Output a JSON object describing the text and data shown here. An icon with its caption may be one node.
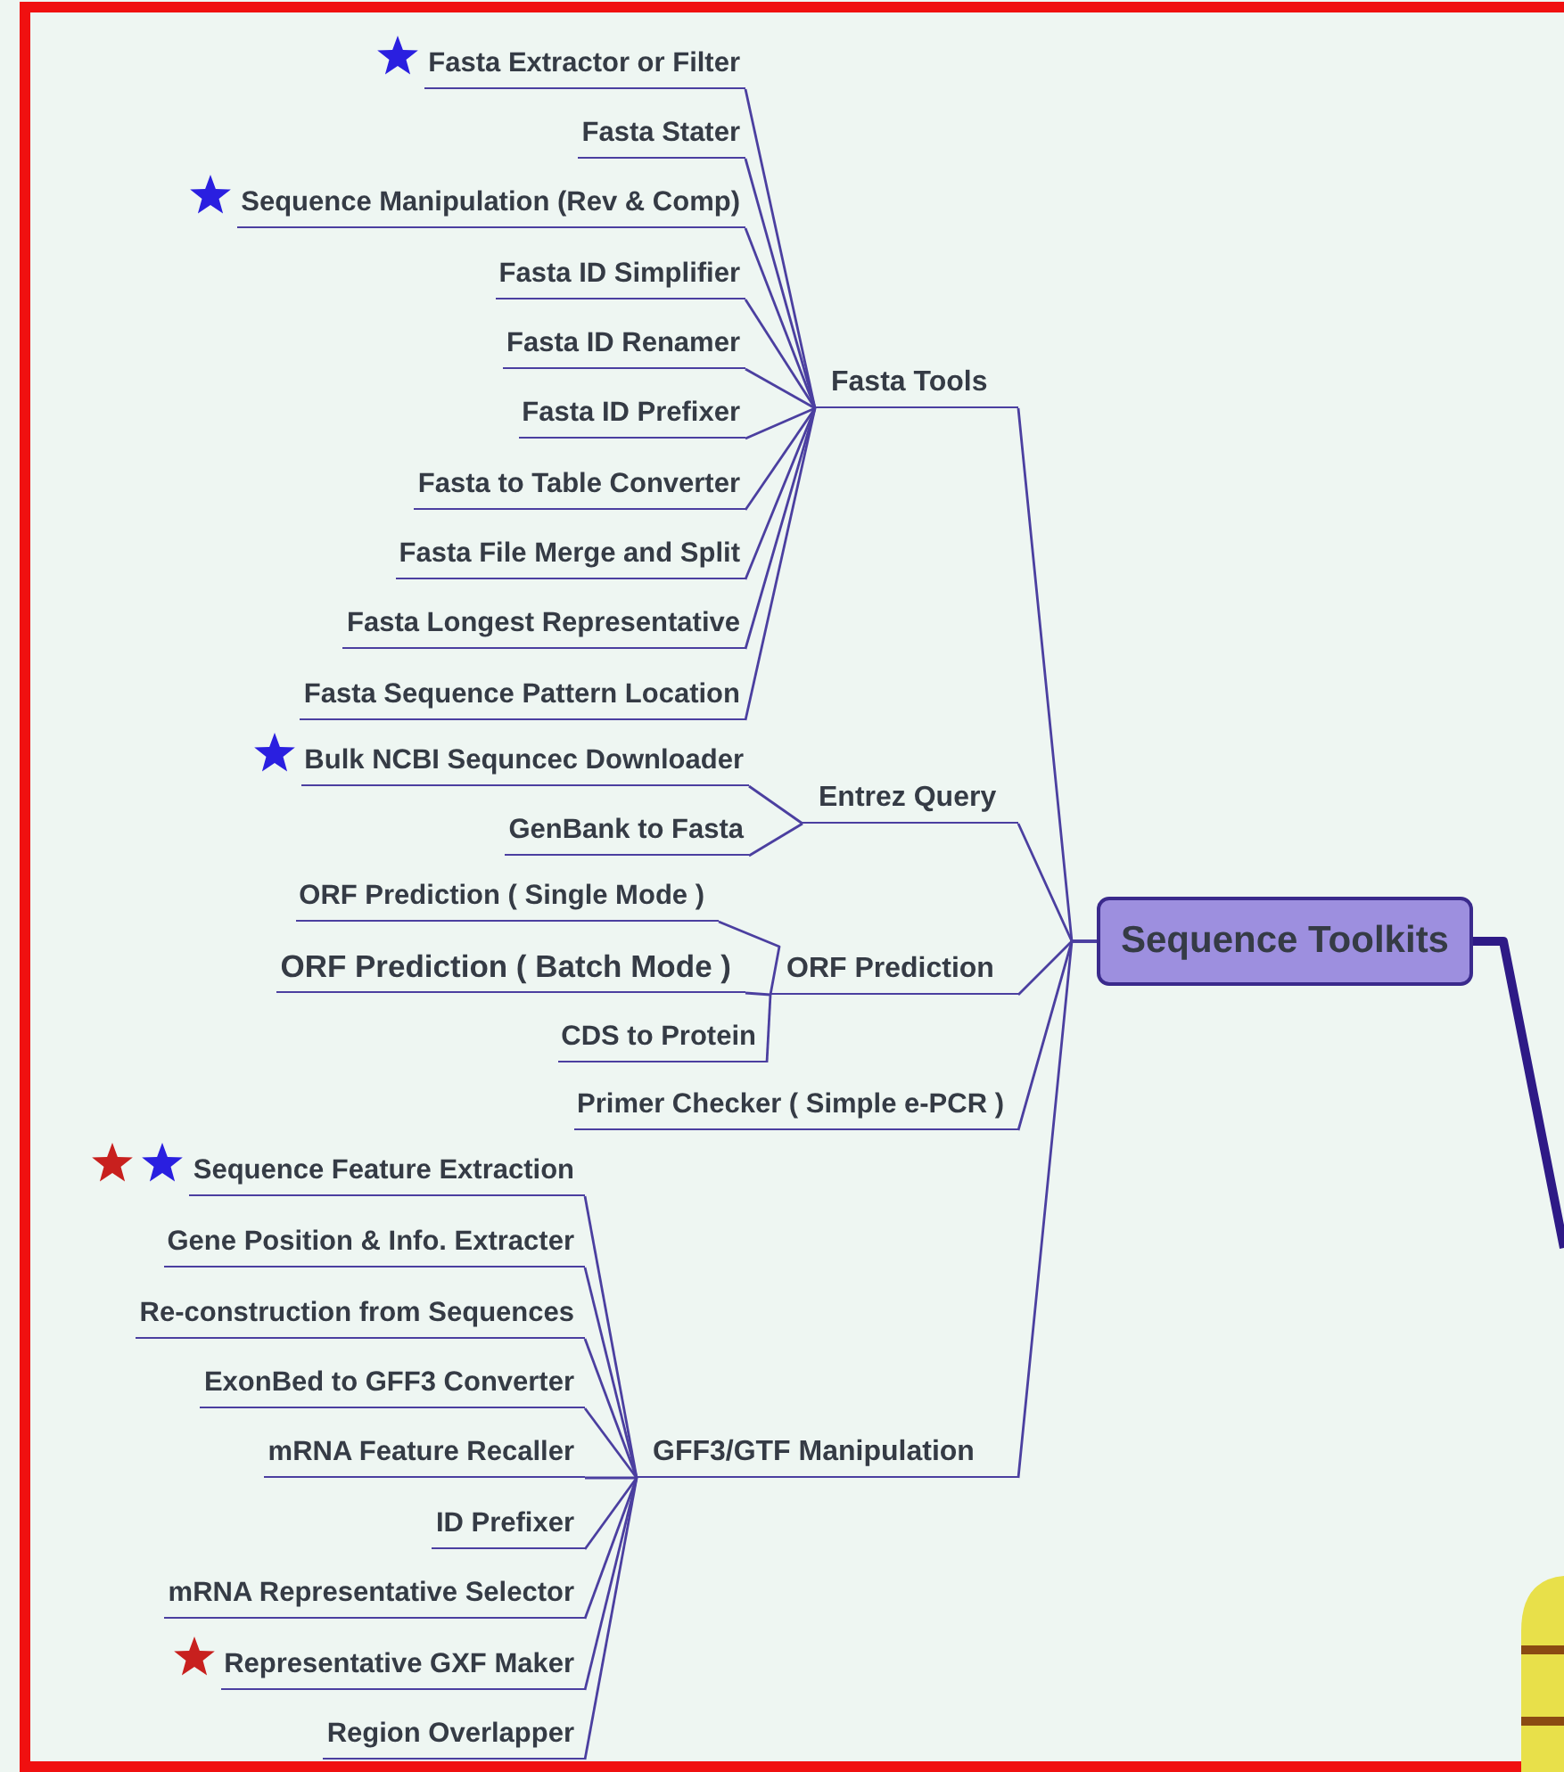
{
  "diagram": {
    "nodes": [
      {
        "text": [
          "Sequence Toolkits"
        ]
      },
      {
        "text": [
          "Fasta Tools"
        ]
      },
      {
        "text": [
          "Fasta Extractor or Filter"
        ]
      },
      {
        "text": [
          "Fasta Stater"
        ]
      },
      {
        "text": [
          "Sequence Manipulation (Rev & Comp)"
        ]
      },
      {
        "text": [
          "Fasta ID Simplifier"
        ]
      },
      {
        "text": [
          "Fasta ID Renamer"
        ]
      },
      {
        "text": [
          "Fasta ID Prefixer"
        ]
      },
      {
        "text": [
          "Fasta to Table Converter"
        ]
      },
      {
        "text": [
          "Fasta File Merge and Split"
        ]
      },
      {
        "text": [
          "Fasta Longest Representative"
        ]
      },
      {
        "text": [
          "Fasta Sequence Pattern Location"
        ]
      },
      {
        "text": [
          "Entrez Query"
        ]
      },
      {
        "text": [
          "Bulk NCBI Sequncec Downloader"
        ]
      },
      {
        "text": [
          "GenBank to Fasta"
        ]
      },
      {
        "text": [
          "ORF Prediction"
        ]
      },
      {
        "text": [
          "ORF Prediction ( Single Mode )"
        ]
      },
      {
        "text": [
          "ORF Prediction ( Batch Mode )"
        ]
      },
      {
        "text": [
          "CDS to Protein"
        ]
      },
      {
        "text": [
          "Primer Checker ( Simple e-PCR )"
        ]
      },
      {
        "text": [
          "GFF3/GTF Manipulation"
        ]
      },
      {
        "text": [
          "Sequence Feature Extraction"
        ]
      },
      {
        "text": [
          "Gene Position & Info. Extracter"
        ]
      },
      {
        "text": [
          "Re-construction from Sequences"
        ]
      },
      {
        "text": [
          "ExonBed to GFF3 Converter"
        ]
      },
      {
        "text": [
          "mRNA Feature Recaller"
        ]
      },
      {
        "text": [
          "ID Prefixer"
        ]
      },
      {
        "text": [
          "mRNA Representative Selector"
        ]
      },
      {
        "text": [
          "Representative GXF Maker"
        ]
      },
      {
        "text": [
          "Region Overlapper"
        ]
      }
    ],
    "edges": [
      {
        "from": 0,
        "to": 1,
        "arrow": "none"
      },
      {
        "from": 1,
        "to": 2,
        "arrow": "none"
      },
      {
        "from": 1,
        "to": 3,
        "arrow": "none"
      },
      {
        "from": 1,
        "to": 4,
        "arrow": "none"
      },
      {
        "from": 1,
        "to": 5,
        "arrow": "none"
      },
      {
        "from": 1,
        "to": 6,
        "arrow": "none"
      },
      {
        "from": 1,
        "to": 7,
        "arrow": "none"
      },
      {
        "from": 1,
        "to": 8,
        "arrow": "none"
      },
      {
        "from": 1,
        "to": 9,
        "arrow": "none"
      },
      {
        "from": 1,
        "to": 10,
        "arrow": "none"
      },
      {
        "from": 1,
        "to": 11,
        "arrow": "none"
      },
      {
        "from": 0,
        "to": 12,
        "arrow": "none"
      },
      {
        "from": 12,
        "to": 13,
        "arrow": "none"
      },
      {
        "from": 12,
        "to": 14,
        "arrow": "none"
      },
      {
        "from": 0,
        "to": 15,
        "arrow": "none"
      },
      {
        "from": 15,
        "to": 16,
        "arrow": "none"
      },
      {
        "from": 15,
        "to": 17,
        "arrow": "none"
      },
      {
        "from": 15,
        "to": 18,
        "arrow": "none"
      },
      {
        "from": 0,
        "to": 19,
        "arrow": "none"
      },
      {
        "from": 0,
        "to": 20,
        "arrow": "none"
      },
      {
        "from": 20,
        "to": 21,
        "arrow": "none"
      },
      {
        "from": 20,
        "to": 22,
        "arrow": "none"
      },
      {
        "from": 20,
        "to": 23,
        "arrow": "none"
      },
      {
        "from": 20,
        "to": 24,
        "arrow": "none"
      },
      {
        "from": 20,
        "to": 25,
        "arrow": "none"
      },
      {
        "from": 20,
        "to": 26,
        "arrow": "none"
      },
      {
        "from": 20,
        "to": 27,
        "arrow": "none"
      },
      {
        "from": 20,
        "to": 28,
        "arrow": "none"
      },
      {
        "from": 20,
        "to": 29,
        "arrow": "none"
      },
      {
        "from": 0,
        "to": null,
        "arrow": "none",
        "style": "thick",
        "color": "#2e1a86"
      }
    ]
  }
}
